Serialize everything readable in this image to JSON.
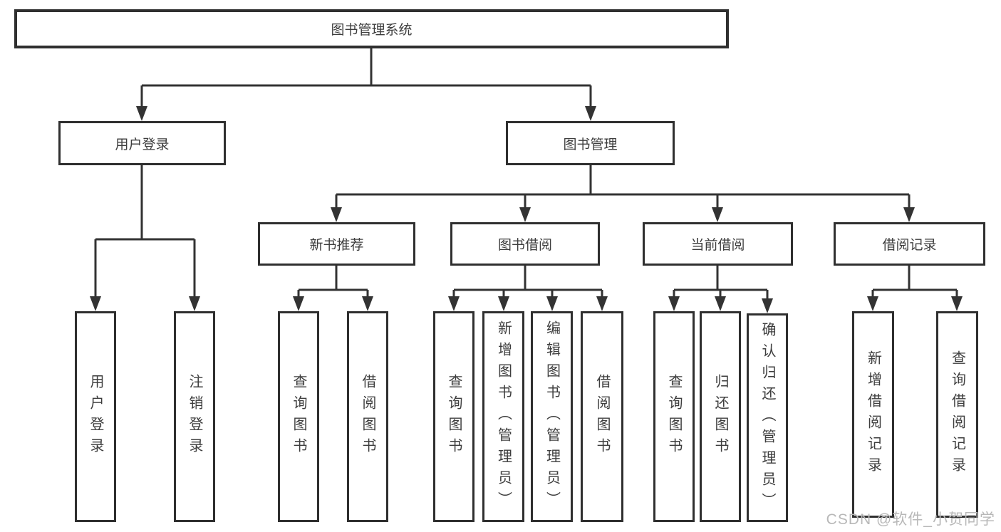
{
  "tree": {
    "root": {
      "label": "图书管理系统"
    },
    "branches": [
      {
        "label": "用户登录",
        "children": [
          {
            "label": "用户登录"
          },
          {
            "label": "注销登录"
          }
        ]
      },
      {
        "label": "图书管理",
        "children": [
          {
            "label": "新书推荐",
            "children": [
              {
                "label": "查询图书"
              },
              {
                "label": "借阅图书"
              }
            ]
          },
          {
            "label": "图书借阅",
            "children": [
              {
                "label": "查询图书"
              },
              {
                "label": "新增图书（管理员）"
              },
              {
                "label": "编辑图书（管理员）"
              },
              {
                "label": "借阅图书"
              }
            ]
          },
          {
            "label": "当前借阅",
            "children": [
              {
                "label": "查询图书"
              },
              {
                "label": "归还图书"
              },
              {
                "label": "确认归还（管理员）"
              }
            ]
          },
          {
            "label": "借阅记录",
            "children": [
              {
                "label": "新增借阅记录"
              },
              {
                "label": "查询借阅记录"
              }
            ]
          }
        ]
      }
    ]
  },
  "watermark": {
    "text": "CSDN @软件_小贺同学"
  },
  "colors": {
    "line": "#333333",
    "text": "#3d3d3d",
    "watermark": "#b8b8b8",
    "background": "#ffffff",
    "box_border": "#2f2f2f"
  }
}
